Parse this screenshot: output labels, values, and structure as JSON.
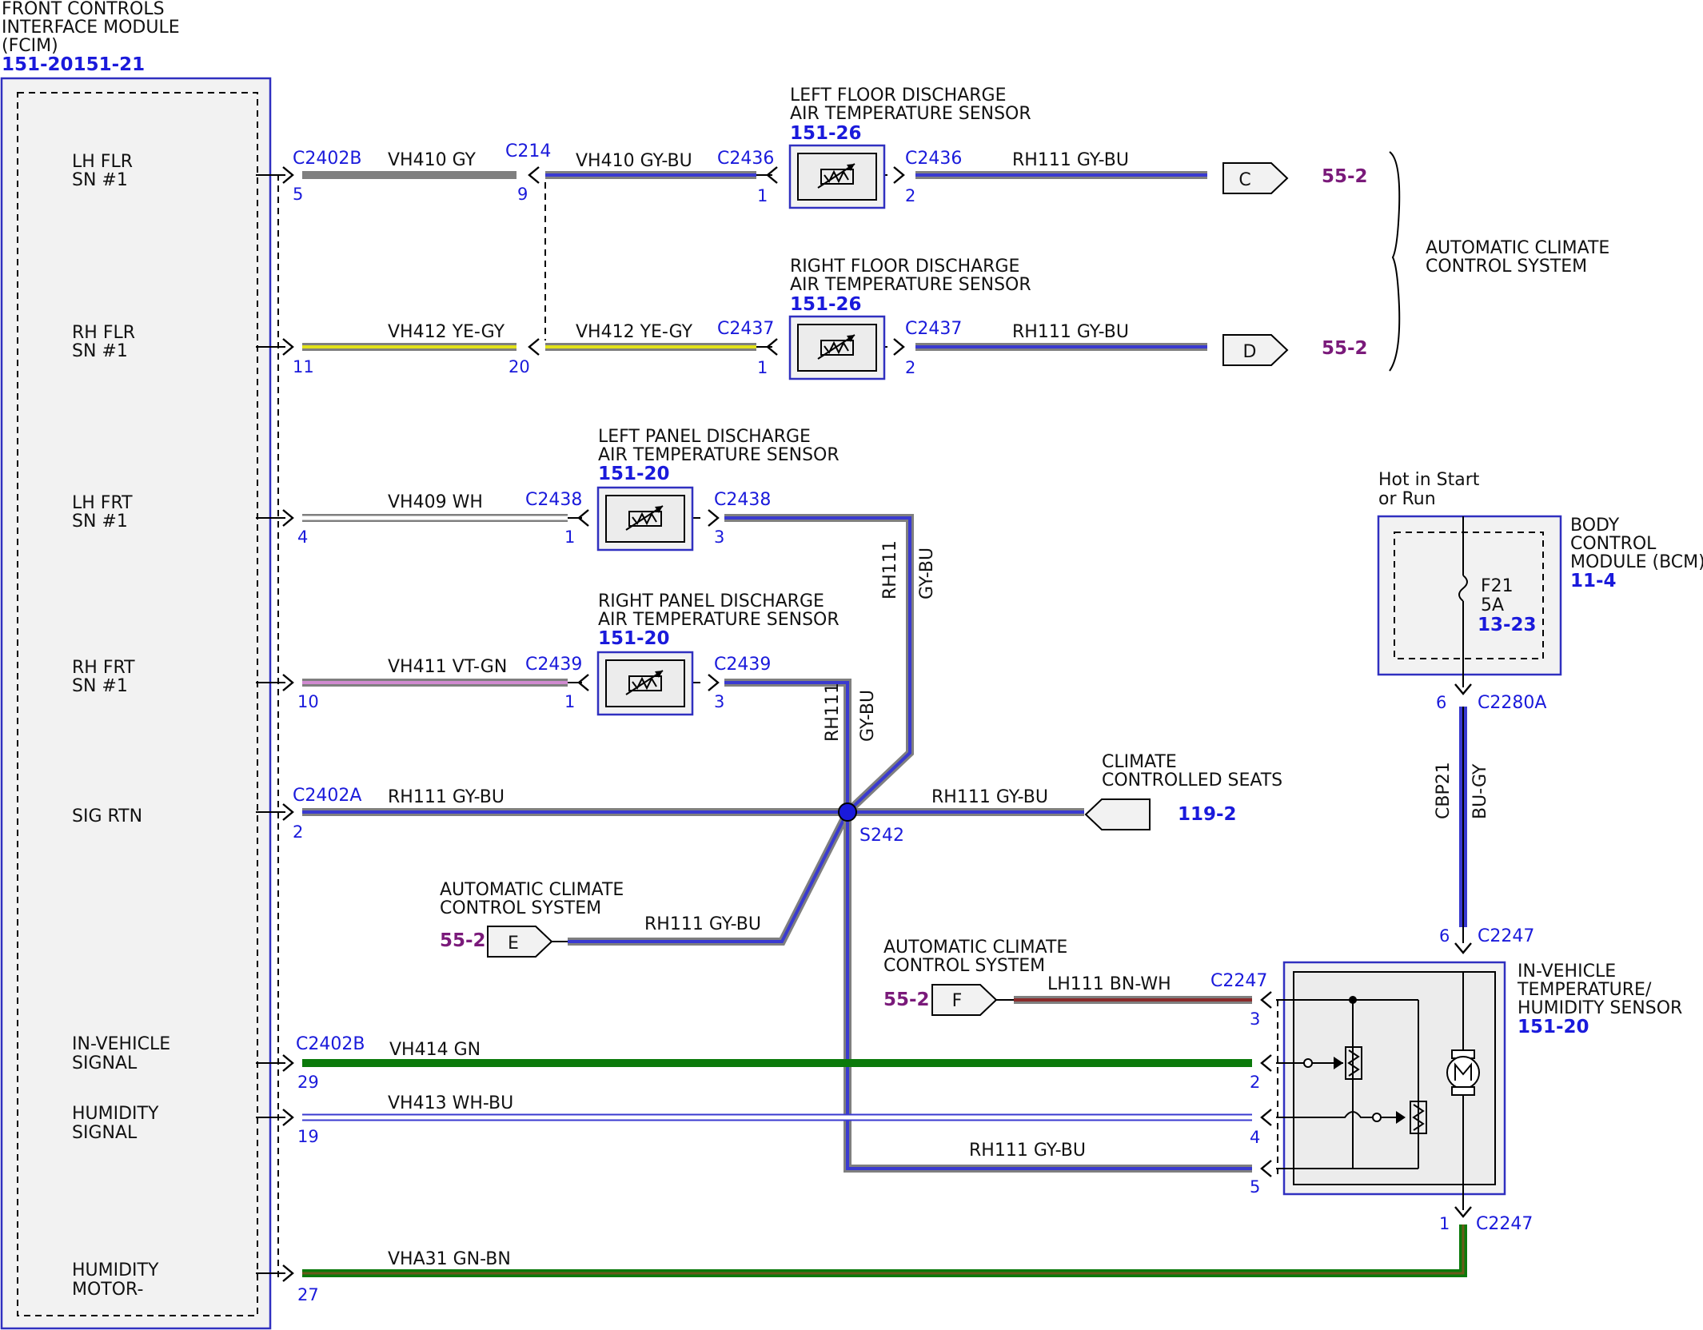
{
  "fcim": {
    "title_lines": [
      "FRONT CONTROLS",
      "INTERFACE MODULE",
      "(FCIM)"
    ],
    "ref": "151-20151-21",
    "pins": [
      {
        "l1": "LH FLR",
        "l2": "SN #1"
      },
      {
        "l1": "RH FLR",
        "l2": "SN #1"
      },
      {
        "l1": "LH FRT",
        "l2": "SN #1"
      },
      {
        "l1": "RH FRT",
        "l2": "SN #1"
      },
      {
        "l1": "SIG RTN",
        "l2": ""
      },
      {
        "l1": "IN-VEHICLE",
        "l2": "SIGNAL"
      },
      {
        "l1": "HUMIDITY",
        "l2": "SIGNAL"
      },
      {
        "l1": "HUMIDITY",
        "l2": "MOTOR-"
      }
    ]
  },
  "sensors": {
    "left_floor": {
      "line1": "LEFT FLOOR DISCHARGE",
      "line2": "AIR TEMPERATURE SENSOR",
      "ref": "151-26"
    },
    "right_floor": {
      "line1": "RIGHT FLOOR DISCHARGE",
      "line2": "AIR TEMPERATURE SENSOR",
      "ref": "151-26"
    },
    "left_panel": {
      "line1": "LEFT PANEL DISCHARGE",
      "line2": "AIR TEMPERATURE SENSOR",
      "ref": "151-20"
    },
    "right_panel": {
      "line1": "RIGHT PANEL DISCHARGE",
      "line2": "AIR TEMPERATURE SENSOR",
      "ref": "151-20"
    },
    "in_vehicle": {
      "line1": "IN-VEHICLE",
      "line2": "TEMPERATURE/",
      "line3": "HUMIDITY SENSOR",
      "ref": "151-20"
    }
  },
  "connectors": {
    "c2402b": "C2402B",
    "c2402a": "C2402A",
    "c214": "C214",
    "c2436": "C2436",
    "c2437": "C2437",
    "c2438": "C2438",
    "c2439": "C2439",
    "c2247": "C2247",
    "c2280a": "C2280A",
    "s242": "S242"
  },
  "wires": {
    "vh410_gy": "VH410 GY",
    "vh410_gybu": "VH410 GY-BU",
    "vh412_yegy": "VH412 YE-GY",
    "vh409_wh": "VH409 WH",
    "vh411_vtgn": "VH411 VT-GN",
    "rh111_gybu": "RH111 GY-BU",
    "rh111_space": "RH111  GY-BU",
    "rh111": "RH111",
    "gybu": "GY-BU",
    "lh111_bnwh": "LH111  BN-WH",
    "vh414_gn": "VH414  GN",
    "vh413_whbu": "VH413  WH-BU",
    "vha31_gnbn": "VHA31  GN-BN",
    "cbp21": "CBP21",
    "bugy": "BU-GY"
  },
  "pins": {
    "p1": "1",
    "p2": "2",
    "p3": "3",
    "p4": "4",
    "p5": "5",
    "p6": "6",
    "p9": "9",
    "p10": "10",
    "p11": "11",
    "p19": "19",
    "p20": "20",
    "p27": "27",
    "p29": "29"
  },
  "offpage": {
    "c": "C",
    "d": "D",
    "e": "E",
    "f": "F",
    "ref_55_2": "55-2",
    "ref_119_2": "119-2",
    "acc_line1": "AUTOMATIC CLIMATE",
    "acc_line2": "CONTROL SYSTEM",
    "seats_line1": "CLIMATE",
    "seats_line2": "CONTROLLED SEATS"
  },
  "bcm": {
    "hot_line1": "Hot in Start",
    "hot_line2": "or Run",
    "title_lines": [
      "BODY",
      "CONTROL",
      "MODULE (BCM)"
    ],
    "ref": "11-4",
    "fuse_name": "F21",
    "fuse_rating": "5A",
    "fuse_ref": "13-23"
  },
  "colors": {
    "gy": "#7f7f7f",
    "bu": "#3a3ad0",
    "ye": "#e2e21a",
    "gn": "#0b7a0b",
    "vt": "#b050b0",
    "bn": "#8b2a2a",
    "module_border": "#3030c0",
    "module_fill": "#f2f2f2"
  }
}
